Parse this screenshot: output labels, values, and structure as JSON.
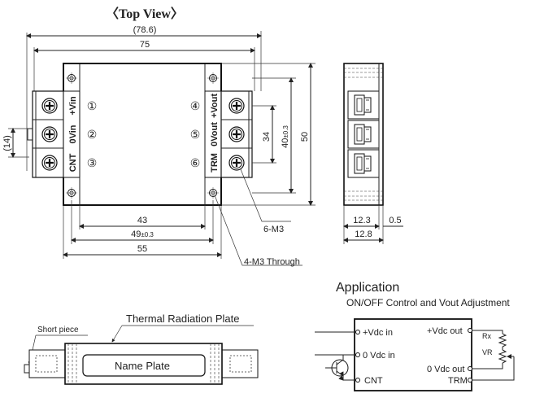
{
  "top_view": {
    "title": "〈Top View〉",
    "dims": {
      "overall_width": "(78.6)",
      "width": "75",
      "height": "50",
      "inner_height": "40",
      "inner_height_tol": "±0.3",
      "terminal_pitch_span": "34",
      "left_offset": "(14)",
      "hole_span_a": "43",
      "hole_span_b": "49",
      "hole_span_b_tol": "±0.3",
      "base_width": "55"
    },
    "callouts": {
      "screws": "6-M3",
      "holes": "4-M3 Through"
    },
    "pins_left": [
      {
        "label": "+Vin",
        "number": "①"
      },
      {
        "label": "0Vin",
        "number": "②"
      },
      {
        "label": "CNT",
        "number": "③"
      }
    ],
    "pins_right": [
      {
        "label": "+Vout",
        "number": "④"
      },
      {
        "label": "0Vout",
        "number": "⑤"
      },
      {
        "label": "TRM",
        "number": "⑥"
      }
    ]
  },
  "side_view": {
    "dim_a": "12.3",
    "dim_b": "0.5",
    "dim_c": "12.8"
  },
  "front_view": {
    "thermal_plate": "Thermal Radiation Plate",
    "short_piece": "Short piece",
    "name_plate": "Name Plate"
  },
  "application": {
    "title": "Application",
    "subtitle": "ON/OFF Control and Vout Adjustment",
    "vdc_in": "+Vdc in",
    "zero_vdc_in": "0 Vdc in",
    "cnt": "CNT",
    "vdc_out": "+Vdc out",
    "zero_vdc_out": "0 Vdc out",
    "trm": "TRM",
    "rx": "Rx",
    "vr": "VR"
  }
}
